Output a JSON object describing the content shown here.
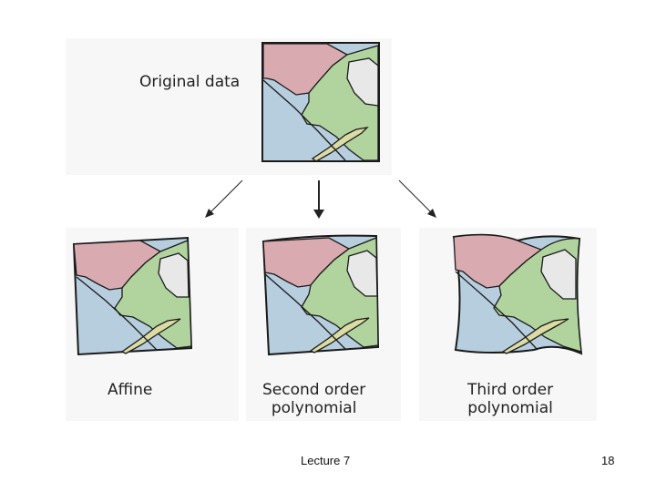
{
  "labels": {
    "original": "Original data",
    "affine": "Affine",
    "second_order": "Second order\npolynomial",
    "third_order": "Third order\npolynomial"
  },
  "footer": {
    "lecture": "Lecture 7",
    "page_number": "18"
  },
  "colors": {
    "pink": "#d9abb0",
    "blue": "#b7cede",
    "green": "#b1d49f",
    "yellow": "#dbdba4",
    "grey": "#e8e8e8",
    "outline": "#1a1a1a"
  }
}
